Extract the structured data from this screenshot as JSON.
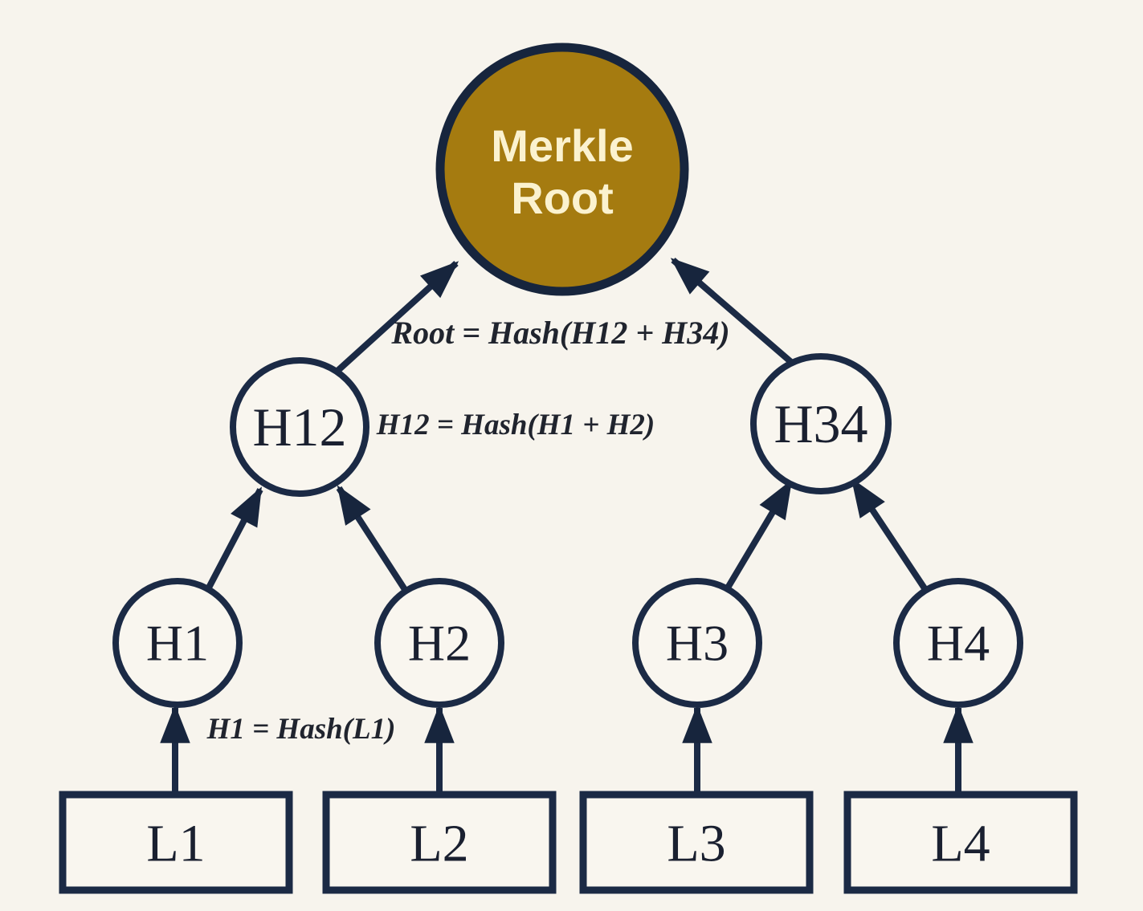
{
  "diagram": {
    "type": "merkle-tree",
    "background_color": "#f7f4ed",
    "node_border_color": "#1b2a45",
    "arrow_color": "#1b2a45",
    "node_fill_color": "#f9f6ef",
    "root": {
      "label_line1": "Merkle",
      "label_line2": "Root",
      "fill_color": "#a57b10",
      "text_color": "#fbf2cf"
    },
    "internal_nodes": [
      {
        "id": "H12",
        "label": "H12"
      },
      {
        "id": "H34",
        "label": "H34"
      }
    ],
    "leaf_hash_nodes": [
      {
        "id": "H1",
        "label": "H1"
      },
      {
        "id": "H2",
        "label": "H2"
      },
      {
        "id": "H3",
        "label": "H3"
      },
      {
        "id": "H4",
        "label": "H4"
      }
    ],
    "data_blocks": [
      {
        "id": "L1",
        "label": "L1"
      },
      {
        "id": "L2",
        "label": "L2"
      },
      {
        "id": "L3",
        "label": "L3"
      },
      {
        "id": "L4",
        "label": "L4"
      }
    ],
    "annotations": [
      {
        "id": "root-formula",
        "text": "Root = Hash(H12 + H34)"
      },
      {
        "id": "h12-formula",
        "text": "H12 = Hash(H1 + H2)"
      },
      {
        "id": "h1-formula",
        "text": "H1 = Hash(L1)"
      }
    ]
  }
}
